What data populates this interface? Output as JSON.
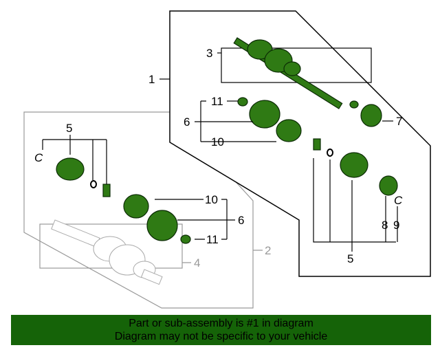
{
  "callouts": {
    "c1": "1",
    "c3": "3",
    "c11a": "11",
    "c6a": "6",
    "c10a": "10",
    "c7": "7",
    "c5a": "5",
    "cCa": "C",
    "c10b": "10",
    "c6b": "6",
    "c11b": "11",
    "c2": "2",
    "c4": "4",
    "c8": "8",
    "c9": "9",
    "cCb": "C",
    "c5b": "5"
  },
  "banner": {
    "line1": "Part or sub-assembly is #1 in diagram",
    "line2": "Diagram may not be specific to your vehicle"
  },
  "colors": {
    "part": "#2f7a14",
    "banner": "#156308"
  }
}
